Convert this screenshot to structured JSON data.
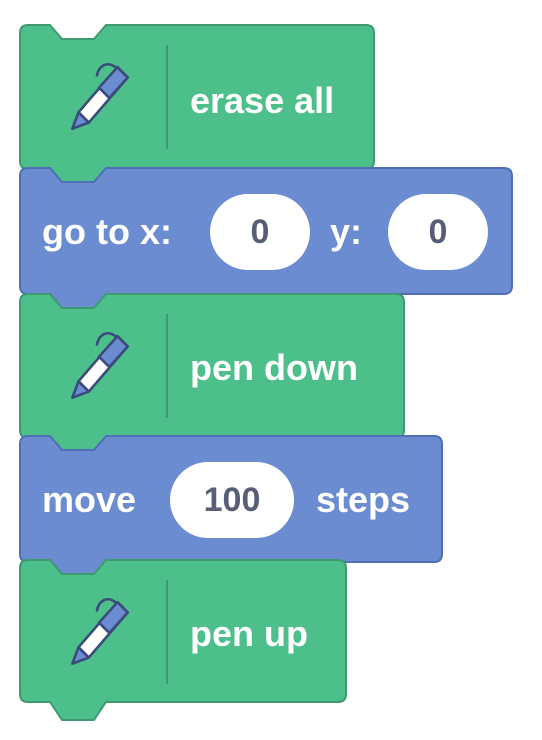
{
  "script": {
    "erase_all": {
      "label": "erase all",
      "icon": "pen-icon",
      "color": "#4cbf8a"
    },
    "goto_xy": {
      "label_x": "go to x:",
      "x_value": "0",
      "label_y": "y:",
      "y_value": "0",
      "color": "#6b8cd1"
    },
    "pen_down": {
      "label": "pen down",
      "icon": "pen-icon",
      "color": "#4cbf8a"
    },
    "move_steps": {
      "label_move": "move",
      "steps_value": "100",
      "label_steps": "steps",
      "color": "#6b8cd1"
    },
    "pen_up": {
      "label": "pen up",
      "icon": "pen-icon",
      "color": "#4cbf8a"
    }
  }
}
